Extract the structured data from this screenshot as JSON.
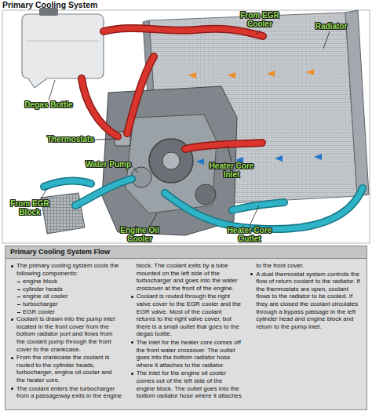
{
  "diagram": {
    "title": "Primary Cooling System",
    "nodes": [
      {
        "text": [
          "Primary Cooling System Flow",
          "The primary cooling system cools the following components:",
          "engine block",
          "cylinder heads",
          "engine oil cooler",
          "turbocharger",
          "EGR cooler",
          "Coolant is drawn into the pump inlet located in the front cover from the bottom radiator port and flows from the coolant pump through the front cover to the crankcase.",
          "From the crankcase the coolant is routed to the cylinder heads, turbocharger, engine oil cooler and the heater core.",
          "The coolant enters the turbocharger from a passageway exits in the engine block. The coolant exits by a tube mounted on the left side of the turbocharger and goes into the water crossover at the front of the engine.",
          "Coolant is routed through the right valve cover to the EGR cooler and the EGR valve. Most of the coolant returns to the right valve cover, but there is a small outlet that goes to the degas bottle.",
          "The inlet for the heater core comes off the front water crossover. The outlet goes into the bottom radiator hose where it attaches to the radiator.",
          "The inlet for the engine oil cooler comes out of the left side of the engine block. The outlet goes into the bottom radiator hose where it attaches to the front cover.",
          "A dual thermostat system controls the flow of return coolant to the radiator. If the thermostats are open, coolant flows to the radiator to be cooled. If they are closed the coolant circulates through a bypass passage in the left cylinder head and engine block and return to the pump inlet."
        ]
      }
    ],
    "labels": [
      "From EGR Cooler",
      "Radiator",
      "Degas Bottle",
      "Thermostats",
      "Water Pump",
      "From EGR Block",
      "Heater Core Inlet",
      "Engine Oil Cooler",
      "Heater Core Outlet"
    ]
  }
}
